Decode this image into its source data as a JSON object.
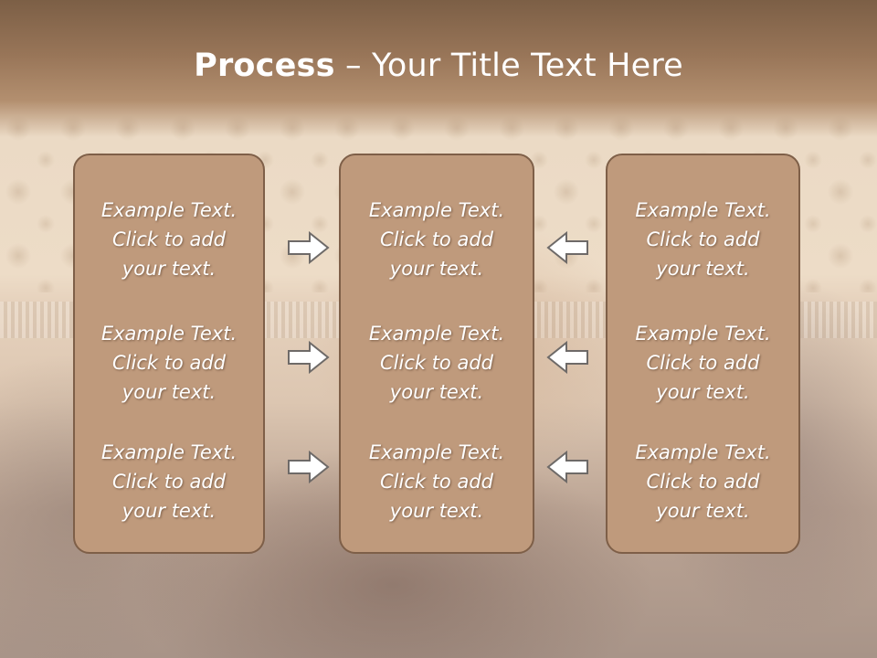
{
  "slide": {
    "title_bold": "Process",
    "title_rest": " – Your Title Text Here"
  },
  "columns": [
    {
      "cells": [
        {
          "line1": "Example Text.",
          "line2": "Click  to add",
          "line3": "your text."
        },
        {
          "line1": "Example Text.",
          "line2": "Click  to add",
          "line3": "your text."
        },
        {
          "line1": "Example Text.",
          "line2": "Click  to add",
          "line3": "your text."
        }
      ]
    },
    {
      "cells": [
        {
          "line1": "Example Text.",
          "line2": "Click  to add",
          "line3": "your text."
        },
        {
          "line1": "Example Text.",
          "line2": "Click  to add",
          "line3": "your text."
        },
        {
          "line1": "Example Text.",
          "line2": "Click  to add",
          "line3": "your text."
        }
      ]
    },
    {
      "cells": [
        {
          "line1": "Example Text.",
          "line2": "Click  to add",
          "line3": "your text."
        },
        {
          "line1": "Example Text.",
          "line2": "Click  to add",
          "line3": "your text."
        },
        {
          "line1": "Example Text.",
          "line2": "Click  to add",
          "line3": "your text."
        }
      ]
    }
  ],
  "arrows": {
    "left_group": "right-arrow-icon",
    "right_group": "left-arrow-icon"
  },
  "colors": {
    "box_fill": "#bf9a7c",
    "box_border": "#7e5f48",
    "title_bar": "#987558",
    "arrow_fill": "#ffffff",
    "arrow_stroke": "#6e6a68"
  }
}
